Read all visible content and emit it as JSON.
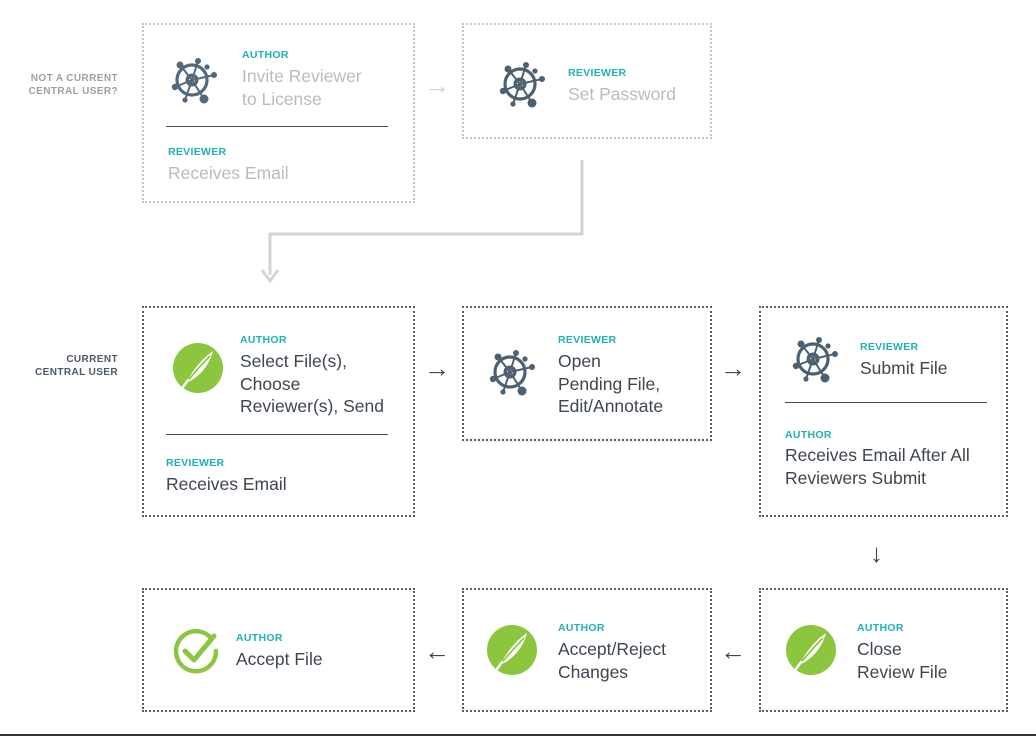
{
  "rows": {
    "not_current": "NOT A CURRENT\nCENTRAL USER?",
    "current": "CURRENT\nCENTRAL USER"
  },
  "steps": {
    "invite": {
      "role": "AUTHOR",
      "text": "Invite Reviewer\nto License",
      "sub_role": "REVIEWER",
      "sub_text": "Receives Email",
      "icon": "network-icon"
    },
    "set_password": {
      "role": "REVIEWER",
      "text": "Set Password",
      "icon": "network-icon"
    },
    "select_files": {
      "role": "AUTHOR",
      "text": "Select File(s),\nChoose\nReviewer(s), Send",
      "sub_role": "REVIEWER",
      "sub_text": "Receives Email",
      "icon": "quill-icon"
    },
    "open_pending": {
      "role": "REVIEWER",
      "text": "Open\nPending File,\nEdit/Annotate",
      "icon": "network-icon"
    },
    "submit_file": {
      "role": "REVIEWER",
      "text": "Submit File",
      "sub_role": "AUTHOR",
      "sub_text": "Receives Email After All\nReviewers Submit",
      "icon": "network-icon"
    },
    "close_review": {
      "role": "AUTHOR",
      "text": "Close\nReview File",
      "icon": "quill-icon"
    },
    "accept_reject": {
      "role": "AUTHOR",
      "text": "Accept/Reject\nChanges",
      "icon": "quill-icon"
    },
    "accept_file": {
      "role": "AUTHOR",
      "text": "Accept File",
      "icon": "checkmark-icon"
    }
  },
  "colors": {
    "accent_teal": "#1fb1b3",
    "quill_green": "#8cc63f",
    "network_slate": "#4c6072",
    "faded_gray": "#c4c4c4"
  },
  "arrows": [
    "→",
    "↓",
    "←"
  ]
}
